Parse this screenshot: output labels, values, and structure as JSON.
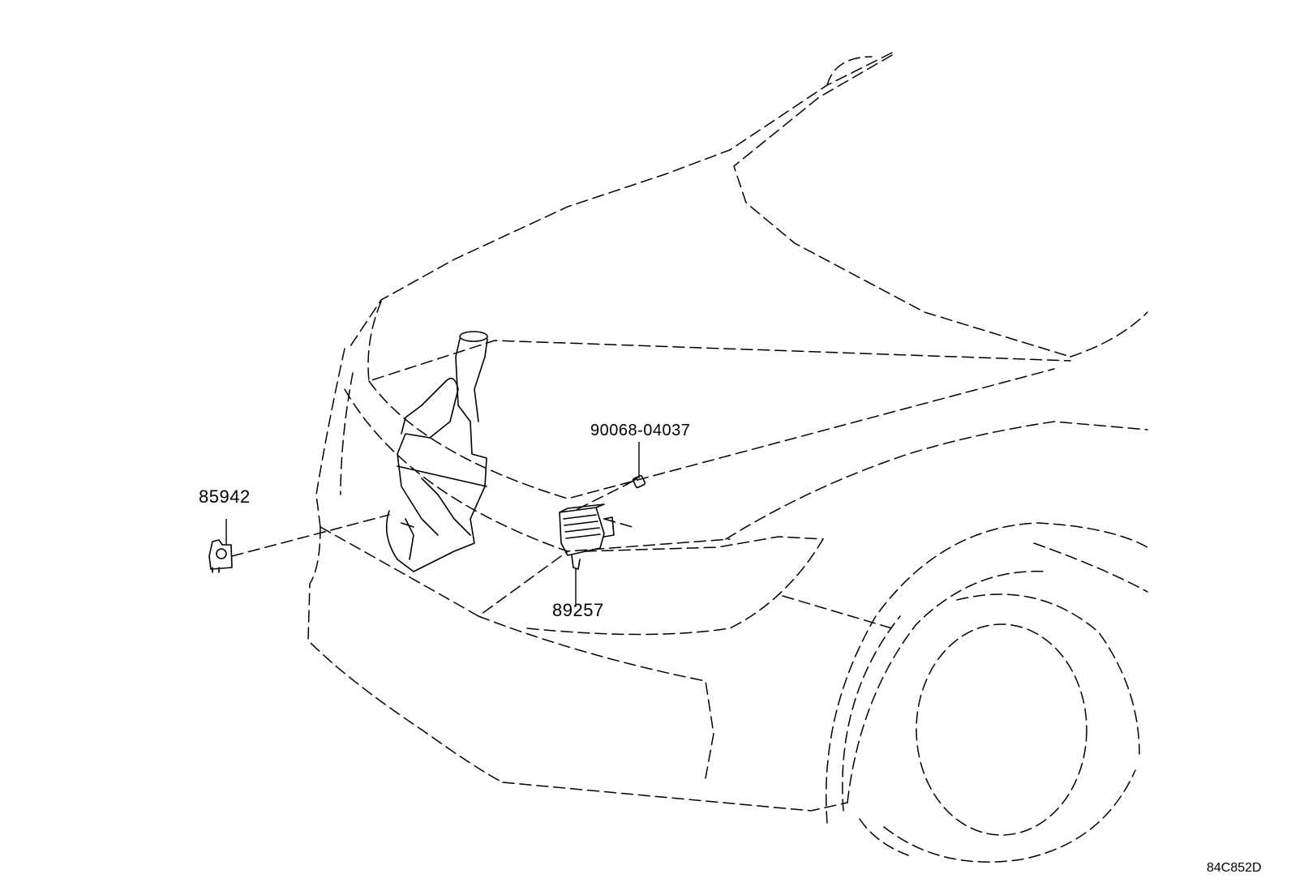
{
  "parts": [
    {
      "id": "clip",
      "number": "85942"
    },
    {
      "id": "bolt",
      "number": "90068-04037"
    },
    {
      "id": "sensor",
      "number": "89257"
    }
  ],
  "diagram_code": "84C852D",
  "colors": {
    "line": "#000000",
    "background": "#ffffff"
  }
}
